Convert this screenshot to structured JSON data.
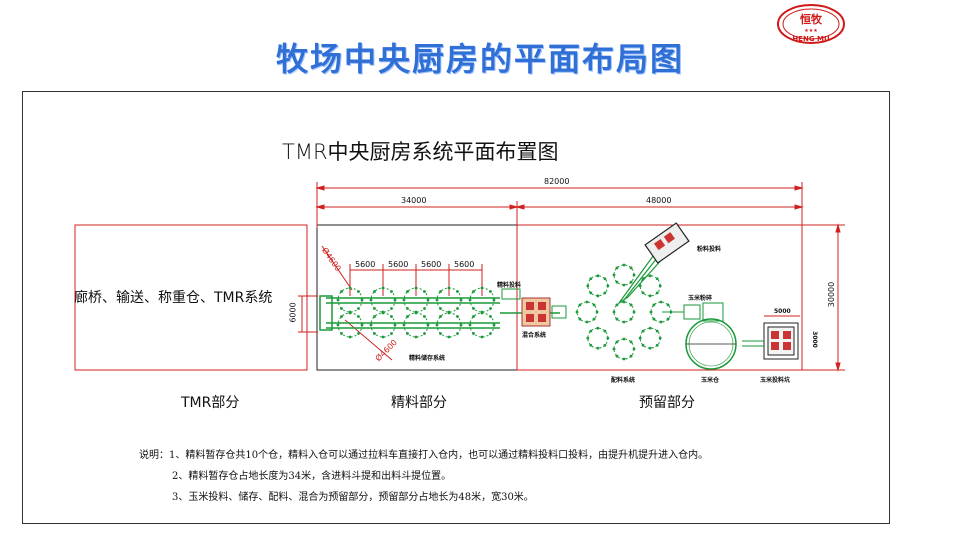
{
  "slide": {
    "title": "牧场中央厨房的平面布局图"
  },
  "logo": {
    "cn": "恒牧",
    "en": "HENG MU",
    "stars": "★★★"
  },
  "drawing": {
    "title": "TMR中央厨房系统平面布置图",
    "dims": {
      "total": "82000",
      "left": "34000",
      "right": "48000",
      "height": "30000",
      "bin_spacing": [
        "5600",
        "5600",
        "5600",
        "5600"
      ],
      "bin_dia_top": "Ø4600",
      "bin_dia_bottom": "Ø4600",
      "width_6000": "6000",
      "small_5000": "5000",
      "small_side": "3000"
    },
    "tmr_box_text": "廊桥、输送、称重仓、TMR系统",
    "sections": {
      "tmr": "TMR部分",
      "concentrate": "精料部分",
      "reserve": "预留部分"
    },
    "components": {
      "concentrate_feeding": "精料投料",
      "mixing_system": "混合系统",
      "concentrate_storage": "精料储存系统",
      "powder_feeding": "粉料投料",
      "corn_grinding": "玉米粉碎",
      "batching_system": "配料系统",
      "corn_bin": "玉米仓",
      "corn_feeding": "玉米投料坑"
    },
    "notes": [
      "说明：1、精料暂存仓共10个仓，精料入仓可以通过拉料车直接打入仓内，也可以通过精料投料口投料，由提升机提升进入仓内。",
      "2、精料暂存仓占地长度为34米，含进料斗提和出料斗提位置。",
      "3、玉米投料、储存、配料、混合为预留部分，预留部分占地长为48米，宽30米。"
    ]
  },
  "colors": {
    "title": "#2f6fd6",
    "dimension": "#d02020",
    "bins": "#1a9a3a",
    "equipment": "#1a9a3a",
    "logo": "#d01818"
  }
}
